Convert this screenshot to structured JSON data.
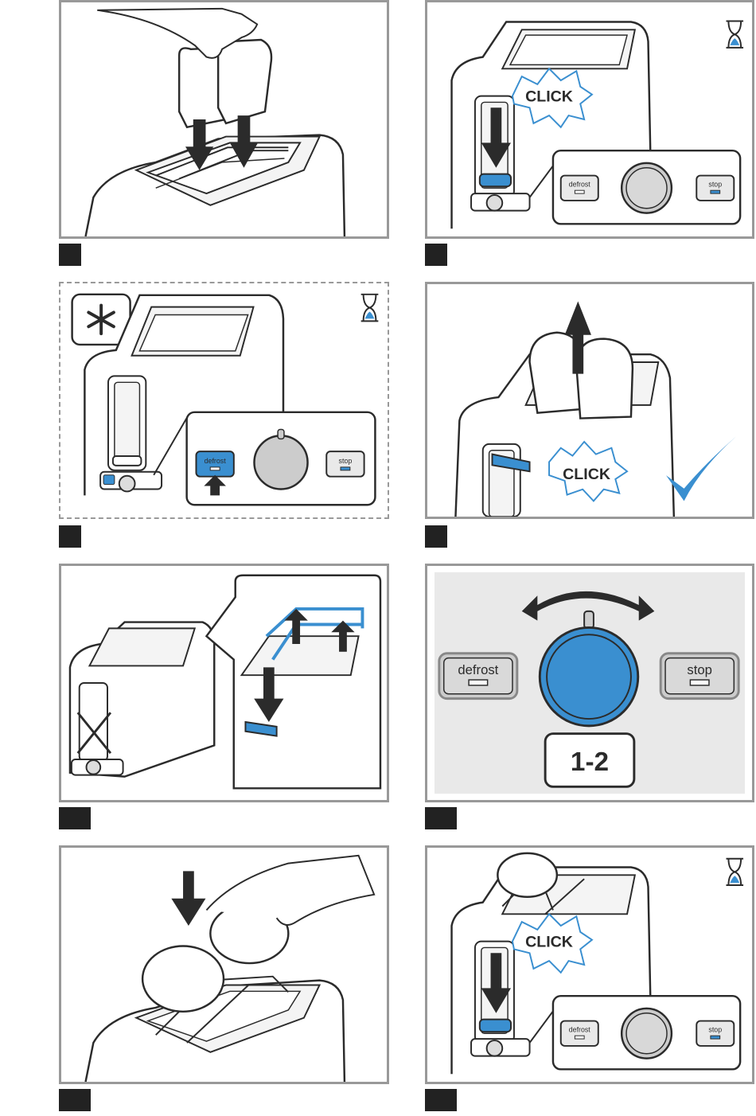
{
  "click_label": "CLICK",
  "buttons": {
    "defrost": "defrost",
    "stop": "stop"
  },
  "setting_label": "1-2",
  "colors": {
    "accent": "#3a8fd0",
    "line": "#2b2b2b",
    "frame": "#999999",
    "panel_gray": "#e9e9e9",
    "step_box": "#222222"
  },
  "icons": [
    "hourglass-icon",
    "snowflake-icon",
    "checkmark-icon",
    "arrow-down-icon",
    "arrow-up-icon",
    "rotate-arrow-icon",
    "cross-icon"
  ],
  "steps": [
    {
      "id": "insert-bread",
      "has_timer": false
    },
    {
      "id": "press-lever",
      "has_timer": true
    },
    {
      "id": "defrost",
      "has_timer": true,
      "optional": true
    },
    {
      "id": "remove-toast",
      "has_timer": false,
      "done": true
    },
    {
      "id": "bun-rack",
      "has_timer": false
    },
    {
      "id": "set-browning",
      "has_timer": false
    },
    {
      "id": "place-buns",
      "has_timer": false
    },
    {
      "id": "toast-buns",
      "has_timer": true
    }
  ]
}
